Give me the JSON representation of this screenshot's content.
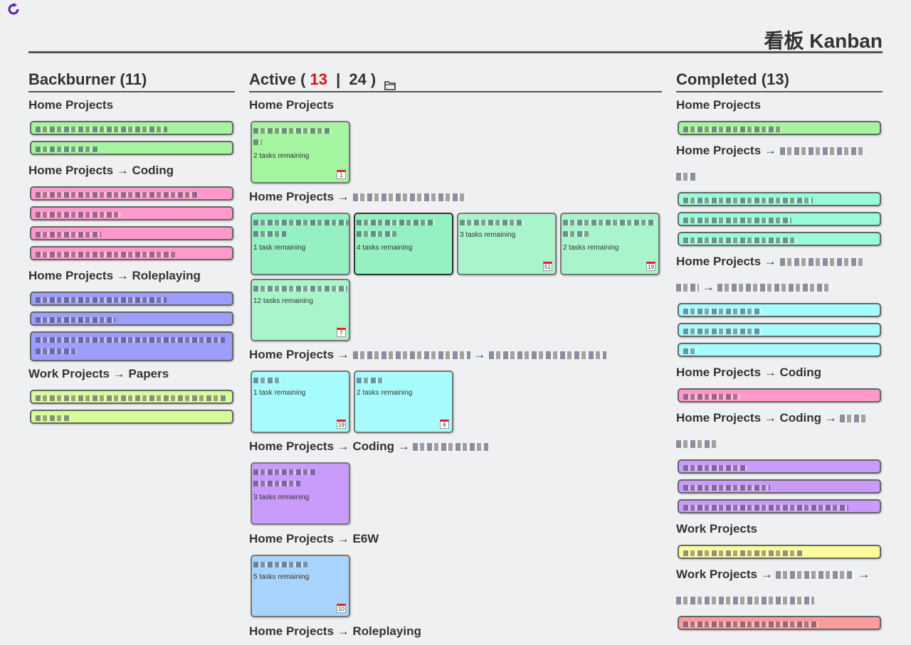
{
  "app": {
    "title": "看板 Kanban",
    "refresh_icon": "refresh-icon"
  },
  "backburner": {
    "title": "Backburner (11)",
    "groups": [
      {
        "label": "Home Projects"
      },
      {
        "label": "Home Projects → Coding"
      },
      {
        "label": "Home Projects → Roleplaying"
      },
      {
        "label": "Work Projects → Papers"
      }
    ]
  },
  "active": {
    "title_prefix": "Active (",
    "title_count": "13",
    "title_sep": " | ",
    "title_total": "24",
    "title_suffix": ")",
    "folder_icon": "folder-icon",
    "groups": [
      {
        "label": "Home Projects"
      },
      {
        "label": "Home Projects →"
      },
      {
        "label": "Home Projects →"
      },
      {
        "label": "Home Projects → Coding →"
      },
      {
        "label": "Home Projects → E6W"
      },
      {
        "label": "Home Projects → Roleplaying"
      }
    ],
    "cards": [
      {
        "remaining": "2 tasks remaining",
        "due": "1"
      },
      {
        "remaining": "1 task remaining"
      },
      {
        "remaining": "4 tasks remaining"
      },
      {
        "remaining": "3 tasks remaining",
        "due": "51"
      },
      {
        "remaining": "2 tasks remaining",
        "due": "19"
      },
      {
        "remaining": "12 tasks remaining",
        "due": "7"
      },
      {
        "remaining": "1 task remaining",
        "due": "19"
      },
      {
        "remaining": "2 tasks remaining",
        "due": "6"
      },
      {
        "remaining": "3 tasks remaining"
      },
      {
        "remaining": "5 tasks remaining",
        "due": "10"
      }
    ]
  },
  "completed": {
    "title": "Completed (13)",
    "groups": [
      {
        "label": "Home Projects"
      },
      {
        "label": "Home Projects →"
      },
      {
        "label": "Home Projects →"
      },
      {
        "label": "→"
      },
      {
        "label": "Home Projects → Coding"
      },
      {
        "label": "Home Projects → Coding →"
      },
      {
        "label": "Work Projects"
      },
      {
        "label": "Work Projects →"
      },
      {
        "label": "→"
      }
    ]
  },
  "colors": {
    "green": "#a5f5a0",
    "mint": "#a8f5cc",
    "cyan": "#a6fcfc",
    "pink": "#ff99cc",
    "blue": "#9d9dfb",
    "lime": "#d6fb99",
    "lavender": "#c99bfb",
    "sky": "#a8d4fb",
    "yellow": "#fbfb99",
    "salmon": "#fb9b9b",
    "red_count": "#e01010"
  }
}
